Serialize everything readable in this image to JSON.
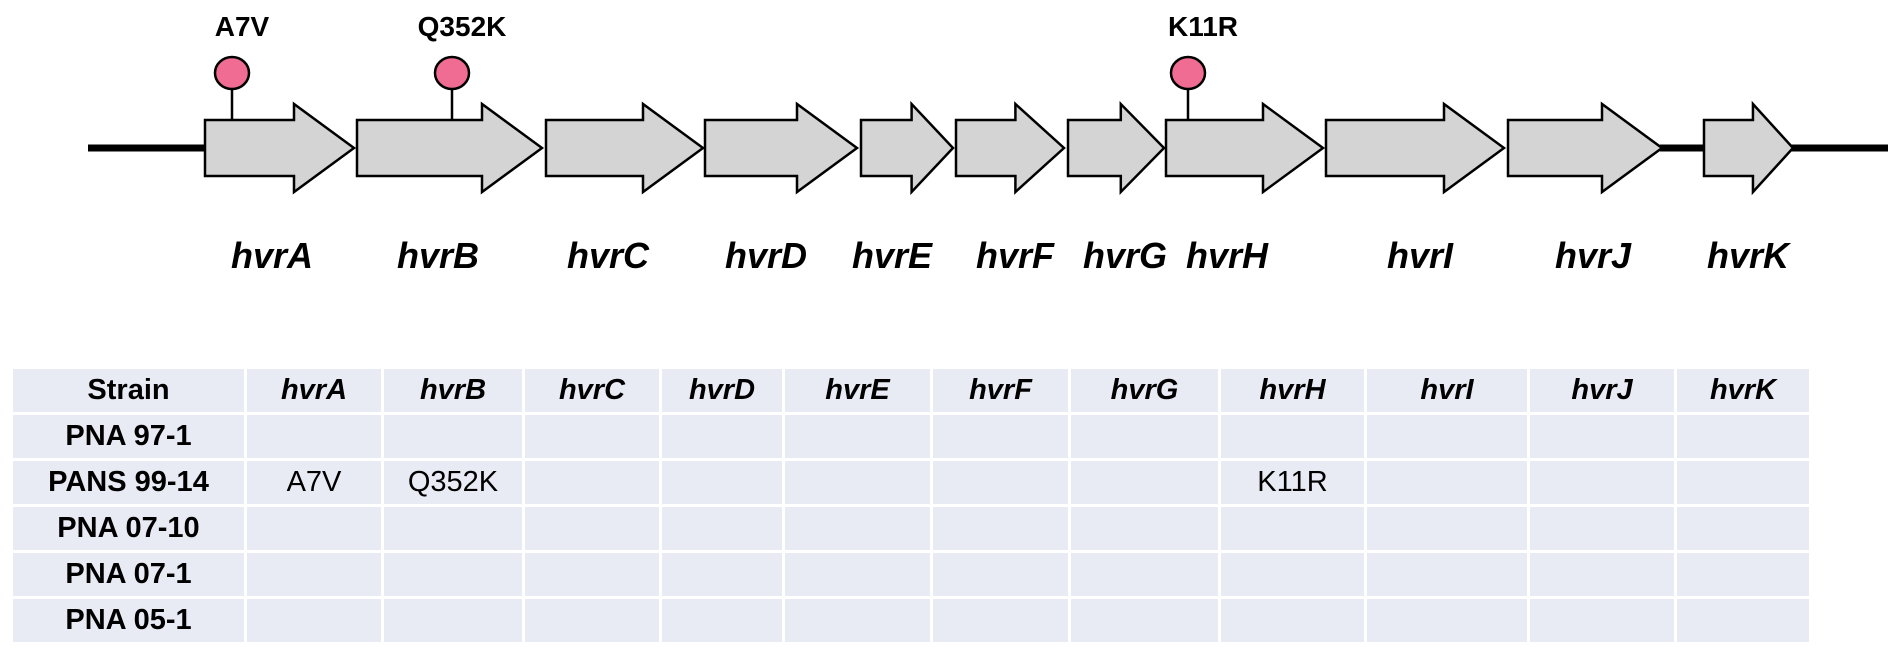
{
  "diagram": {
    "genes": [
      {
        "name": "hvrA",
        "mutation": "A7V"
      },
      {
        "name": "hvrB",
        "mutation": "Q352K"
      },
      {
        "name": "hvrC",
        "mutation": ""
      },
      {
        "name": "hvrD",
        "mutation": ""
      },
      {
        "name": "hvrE",
        "mutation": ""
      },
      {
        "name": "hvrF",
        "mutation": ""
      },
      {
        "name": "hvrG",
        "mutation": ""
      },
      {
        "name": "hvrH",
        "mutation": "K11R"
      },
      {
        "name": "hvrI",
        "mutation": ""
      },
      {
        "name": "hvrJ",
        "mutation": ""
      },
      {
        "name": "hvrK",
        "mutation": ""
      }
    ],
    "colors": {
      "arrow_fill": "#d4d4d4",
      "arrow_stroke": "#000000",
      "mutation_marker": "#f06c93",
      "backbone": "#000000"
    }
  },
  "table": {
    "header": [
      "Strain",
      "hvrA",
      "hvrB",
      "hvrC",
      "hvrD",
      "hvrE",
      "hvrF",
      "hvrG",
      "hvrH",
      "hvrI",
      "hvrJ",
      "hvrK"
    ],
    "rows": [
      [
        "PNA 97-1",
        "",
        "",
        "",
        "",
        "",
        "",
        "",
        "",
        "",
        "",
        ""
      ],
      [
        "PANS 99-14",
        "A7V",
        "Q352K",
        "",
        "",
        "",
        "",
        "",
        "K11R",
        "",
        "",
        ""
      ],
      [
        "PNA 07-10",
        "",
        "",
        "",
        "",
        "",
        "",
        "",
        "",
        "",
        "",
        ""
      ],
      [
        "PNA 07-1",
        "",
        "",
        "",
        "",
        "",
        "",
        "",
        "",
        "",
        "",
        ""
      ],
      [
        "PNA 05-1",
        "",
        "",
        "",
        "",
        "",
        "",
        "",
        "",
        "",
        "",
        ""
      ]
    ],
    "cell_color": "#e8eaf4"
  }
}
